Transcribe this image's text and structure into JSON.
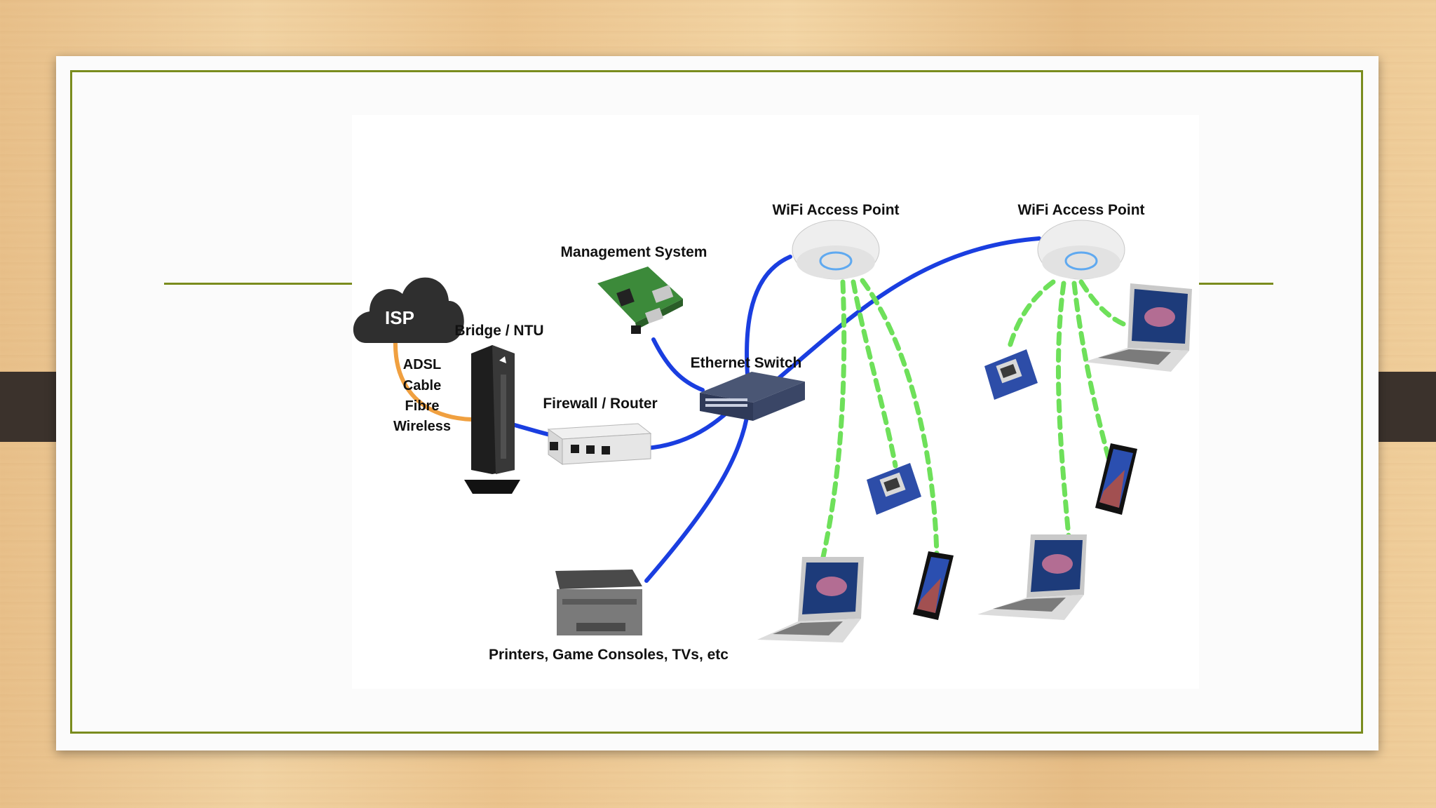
{
  "diagram": {
    "isp_label": "ISP",
    "isp_connection_types": [
      "ADSL",
      "Cable",
      "Fibre",
      "Wireless"
    ],
    "bridge_label": "Bridge / NTU",
    "management_label": "Management System",
    "firewall_label": "Firewall / Router",
    "switch_label": "Ethernet Switch",
    "ap1_label": "WiFi Access Point",
    "ap2_label": "WiFi Access Point",
    "printers_label": "Printers, Game Consoles, TVs, etc"
  },
  "colors": {
    "wired_link": "#1a3ee0",
    "wireless_link": "#6ee05a",
    "isp_link": "#f0a040",
    "frame_accent": "#7a8c1e"
  }
}
